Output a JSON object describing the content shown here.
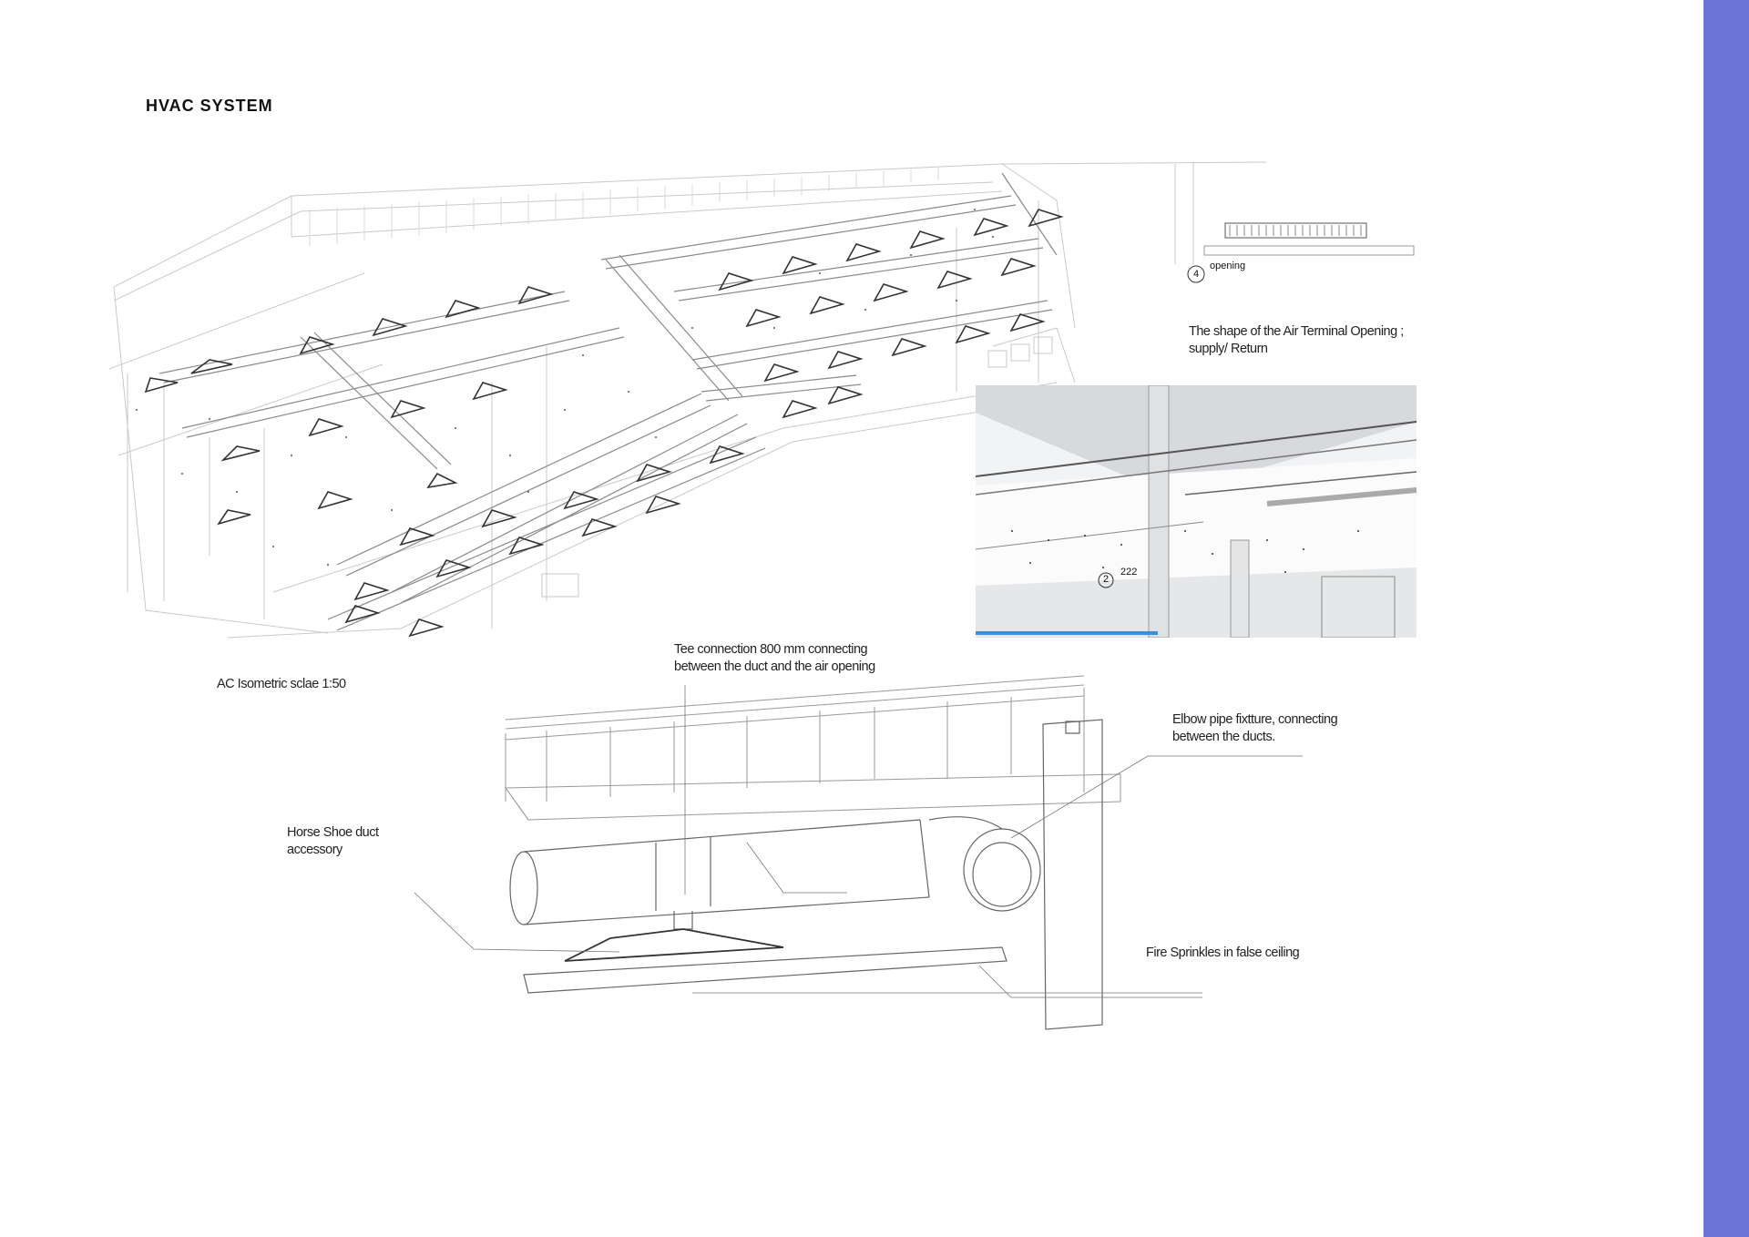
{
  "page": {
    "title": "HVAC SYSTEM",
    "accent_color": "#6b74d6"
  },
  "isometric": {
    "caption": "AC Isometric sclae 1:50"
  },
  "air_terminal": {
    "marker": "4",
    "opening_label": "opening",
    "shape_caption_line1": "The shape of the Air Terminal Opening ;",
    "shape_caption_line2": "supply/ Return"
  },
  "render": {
    "marker": "2",
    "tag": "222"
  },
  "detail_callouts": {
    "tee_line1": "Tee connection 800 mm connecting",
    "tee_line2": "between the duct and the air opening",
    "elbow_line1": "Elbow pipe fixtture, connecting",
    "elbow_line2": "between the ducts.",
    "horseshoe_line1": "Horse Shoe duct",
    "horseshoe_line2": "accessory",
    "sprinkler": "Fire Sprinkles in false ceiling"
  }
}
